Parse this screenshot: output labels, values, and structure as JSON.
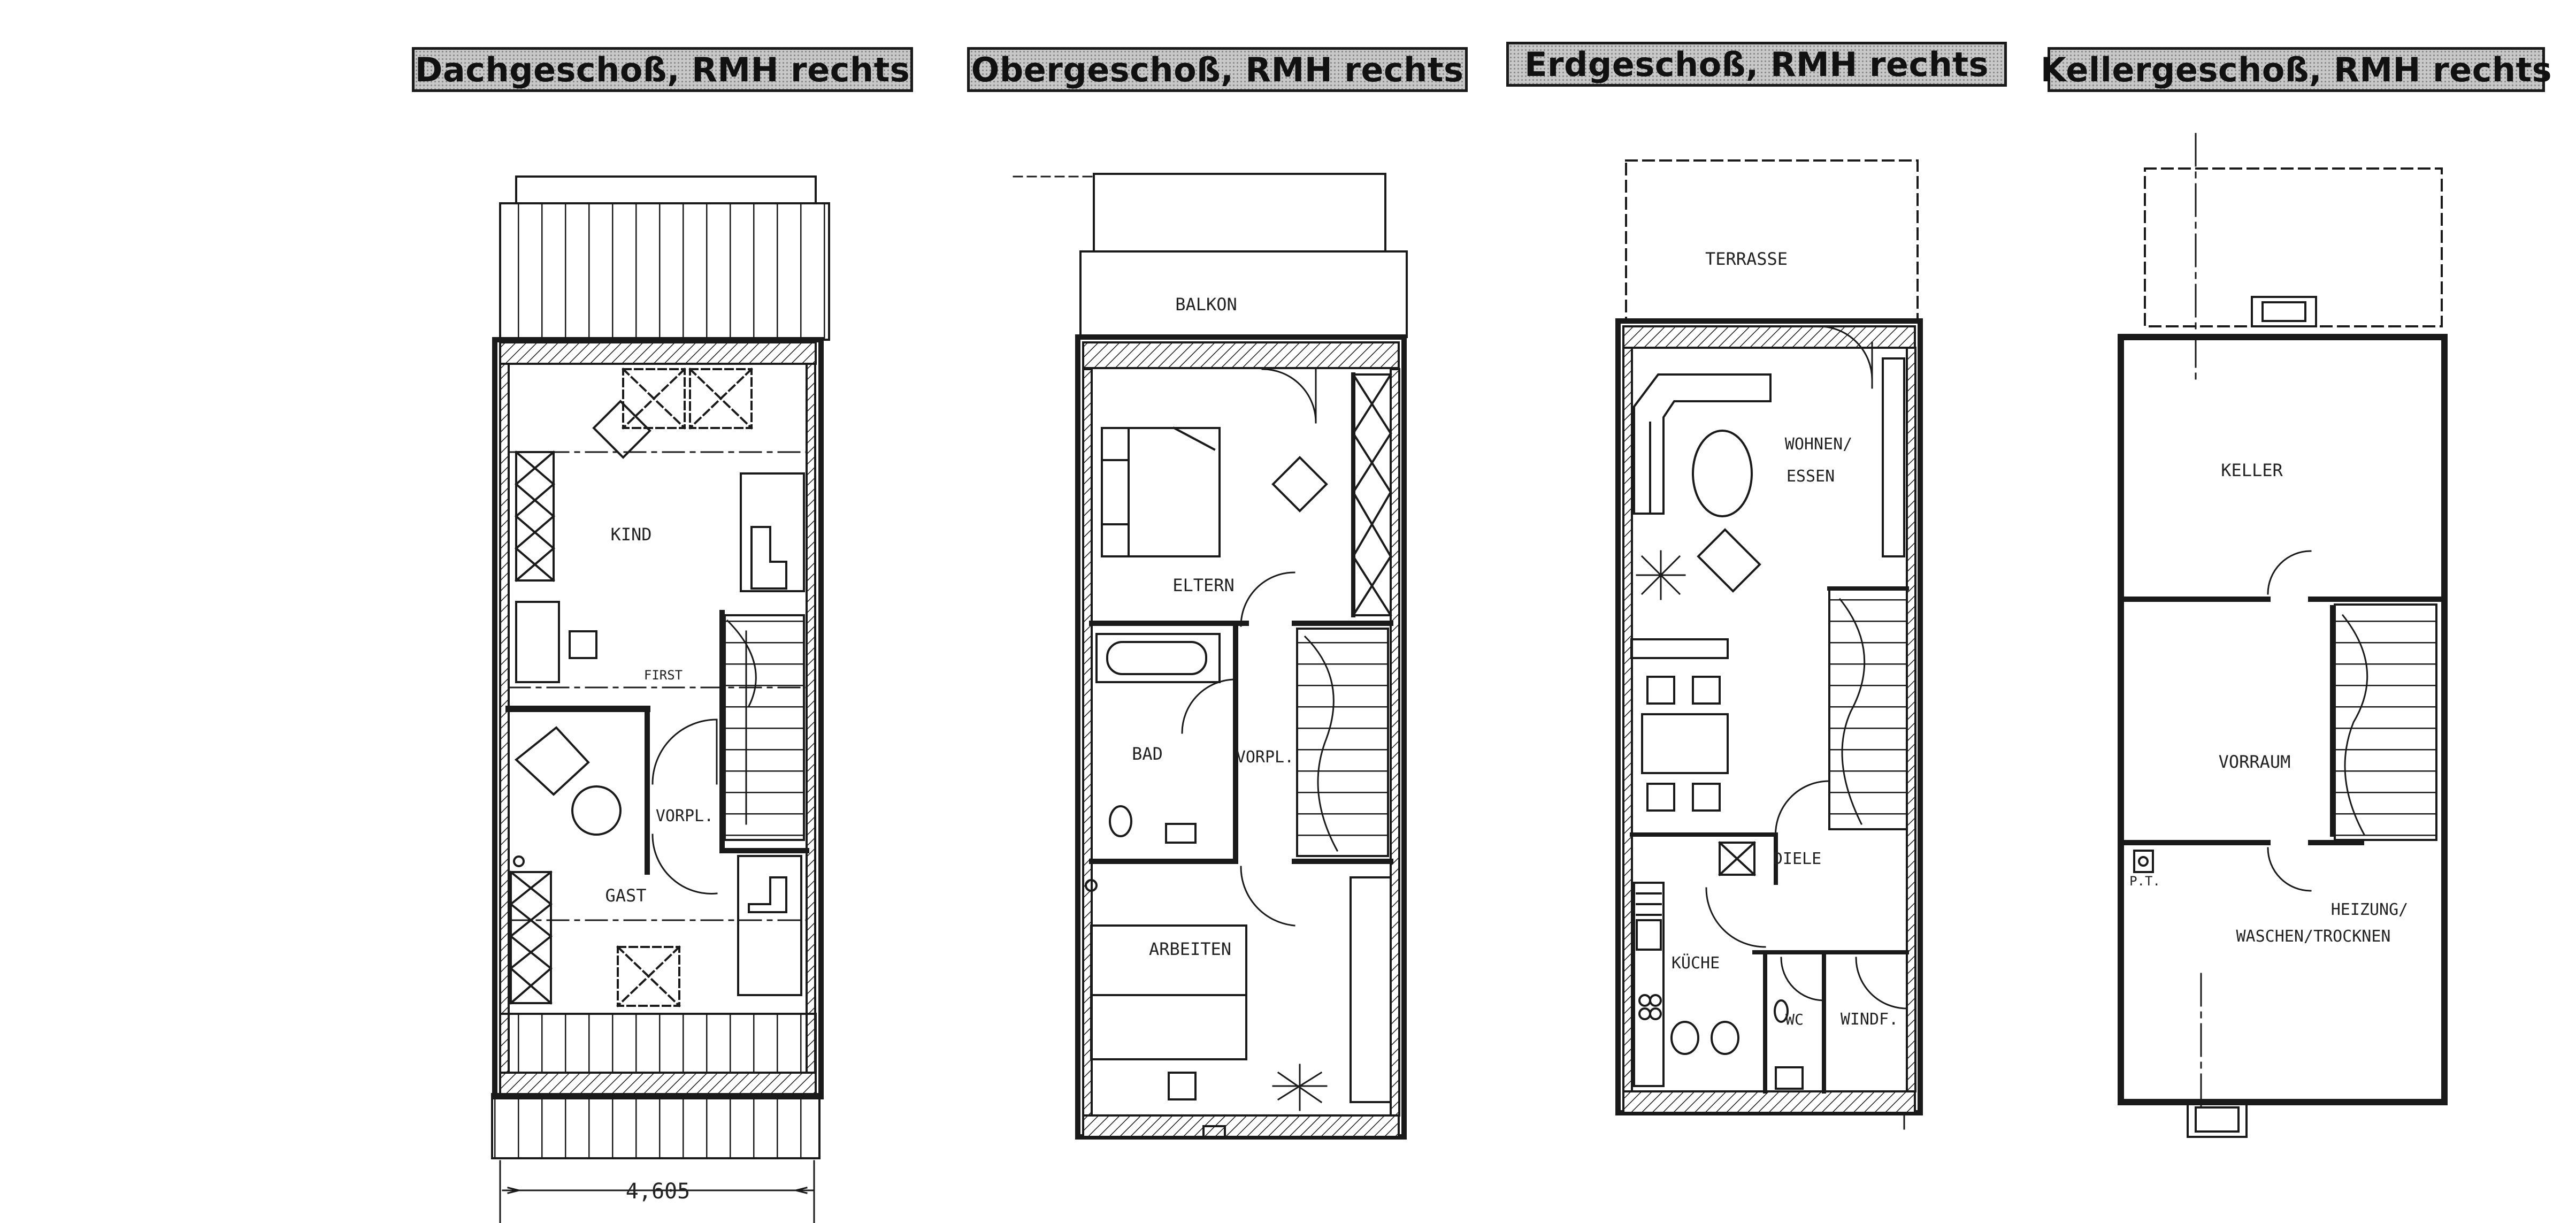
{
  "titles": {
    "dach": "Dachgeschoß, RMH rechts",
    "ober": "Obergeschoß, RMH rechts",
    "erd": "Erdgeschoß, RMH rechts",
    "keller": "Kellergeschoß, RMH rechts"
  },
  "rooms": {
    "dach": {
      "kind": "KIND",
      "first": "FIRST",
      "gast": "GAST",
      "vorpl": "VORPL."
    },
    "ober": {
      "balkon": "BALKON",
      "eltern": "ELTERN",
      "bad": "BAD",
      "vorpl": "VORPL.",
      "arbeiten": "ARBEITEN"
    },
    "erd": {
      "terrasse": "TERRASSE",
      "wohnen_1": "WOHNEN/",
      "wohnen_2": "ESSEN",
      "diele": "DIELE",
      "kueche": "KÜCHE",
      "wc": "WC",
      "windf": "WINDF."
    },
    "keller": {
      "keller": "KELLER",
      "vorraum": "VORRAUM",
      "heizung_1": "HEIZUNG/",
      "heizung_2": "WASCHEN/TROCKNEN",
      "pt": "P.T."
    }
  },
  "dimensions": {
    "width": "4,605"
  },
  "colors": {
    "line": "#1a1a1a",
    "banner_bg": "#c8c8c8"
  }
}
